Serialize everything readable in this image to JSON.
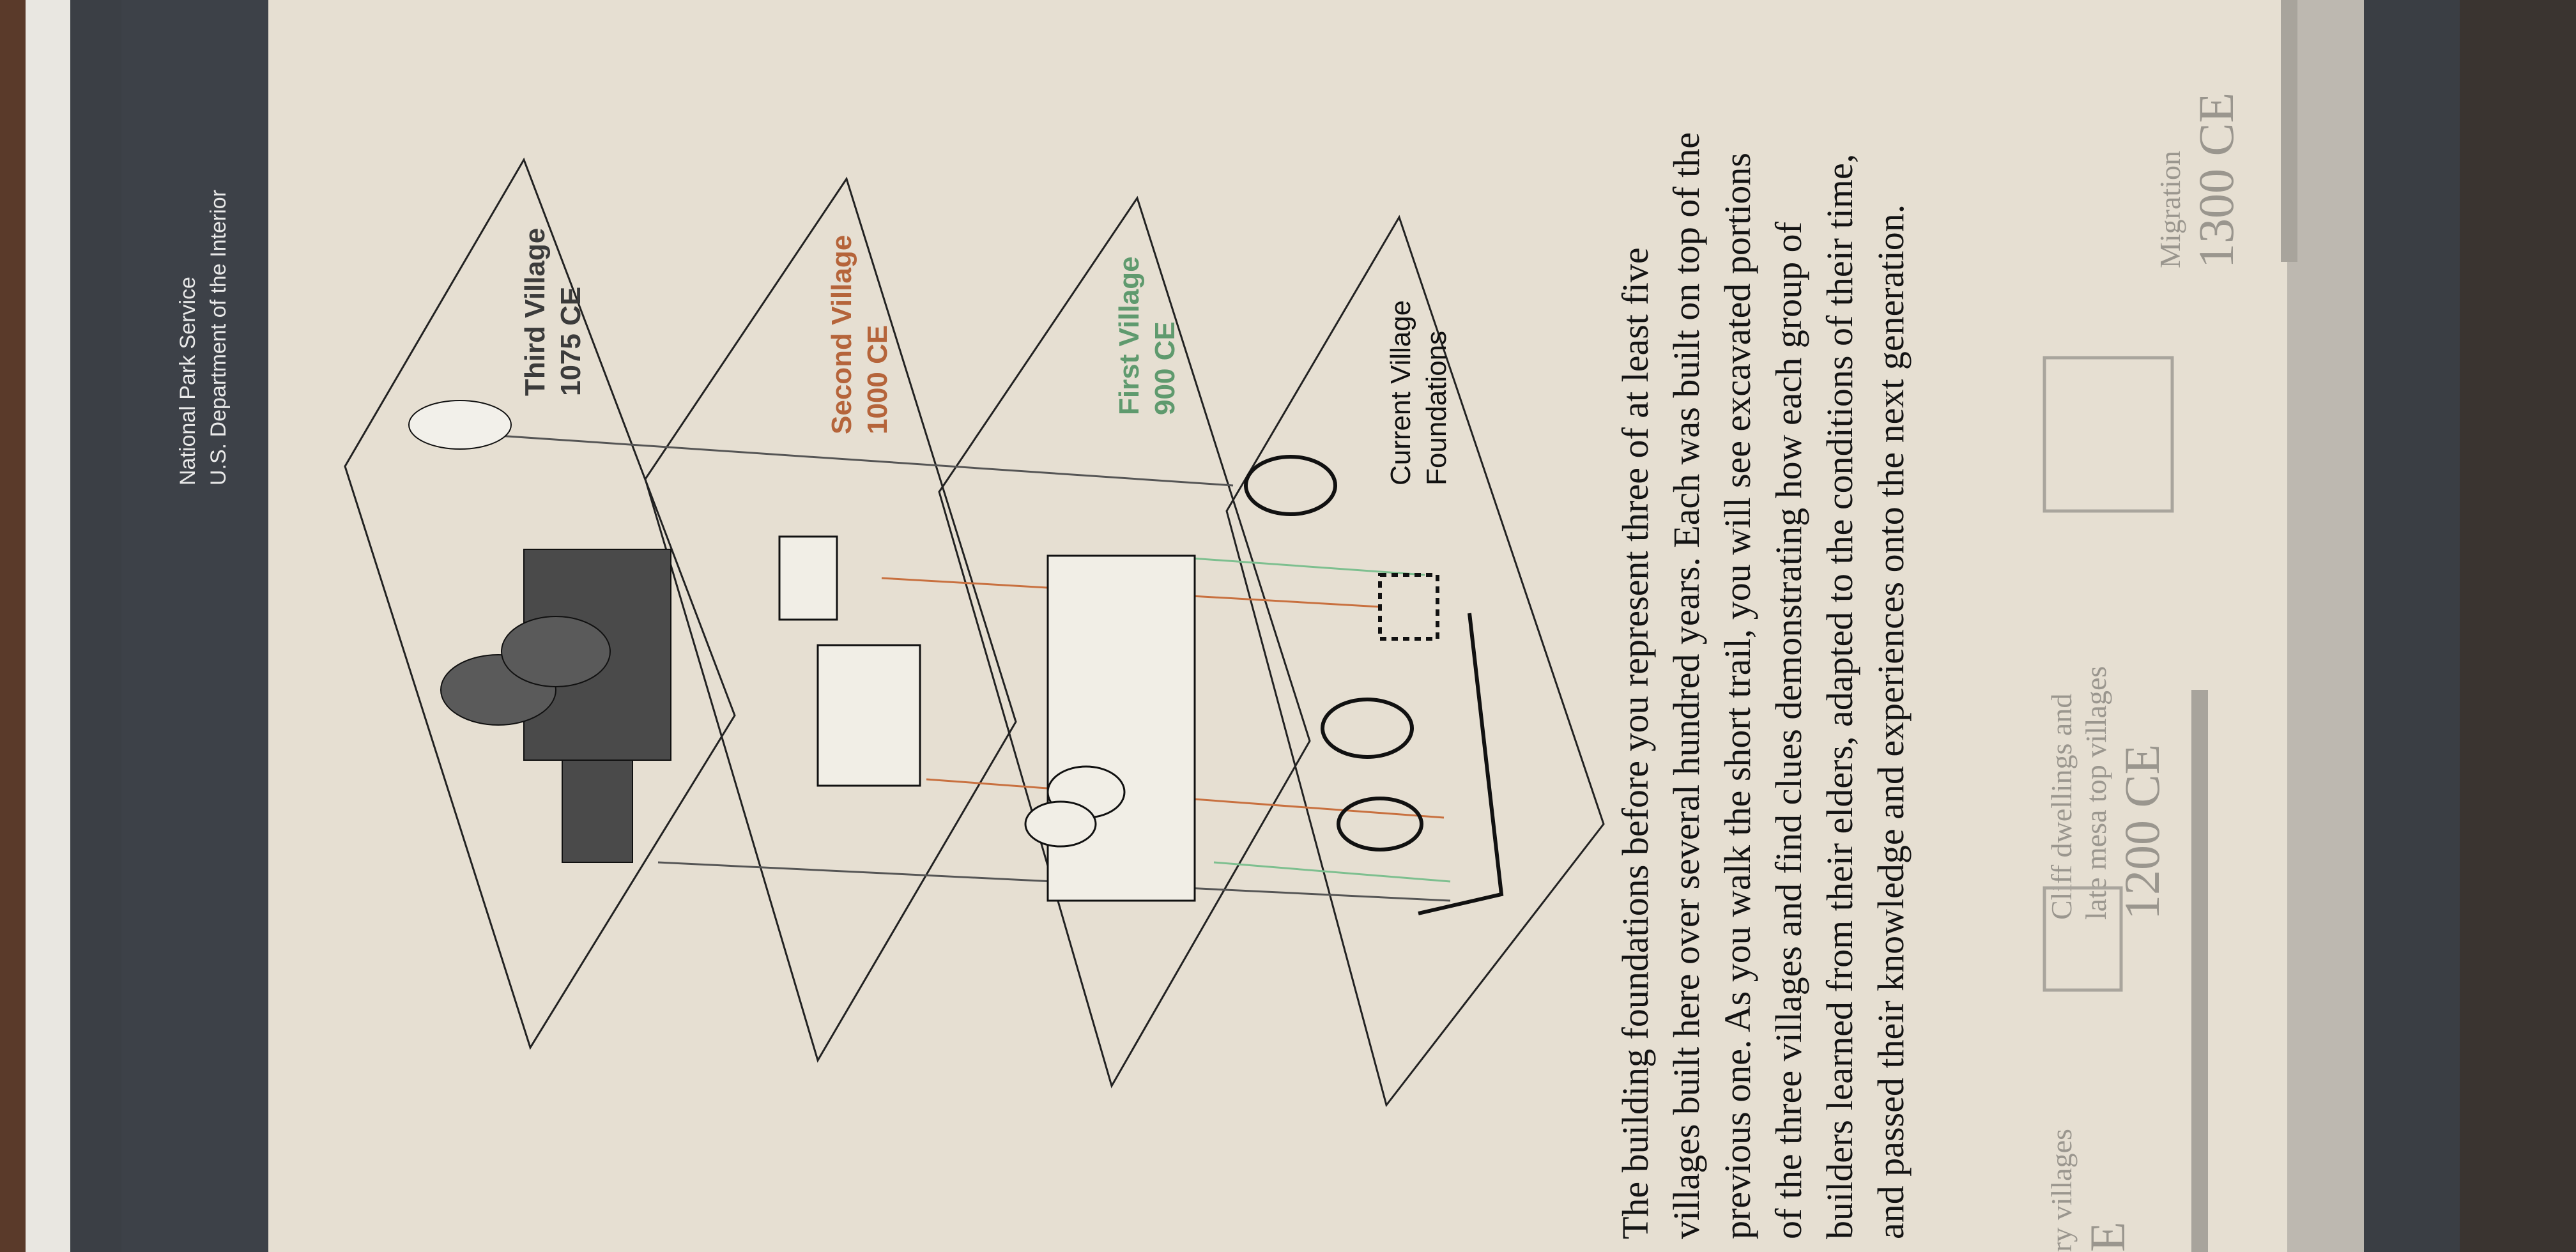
{
  "sign": {
    "agency_line1": "National Park Service",
    "agency_line2": "U.S. Department of the Interior"
  },
  "villages": {
    "third": {
      "name": "Third Village",
      "date": "1075 CE",
      "color": "#3b3b3b"
    },
    "second": {
      "name": "Second Village",
      "date": "1000 CE",
      "color": "#b5643a"
    },
    "first": {
      "name": "First Village",
      "date": "900 CE",
      "color": "#5f9a6e"
    },
    "current": {
      "line1": "Current Village",
      "line2": "Foundations"
    }
  },
  "body_text": [
    "The building foundations before you represent three of at least five",
    "villages built here over several hundred years. Each was built on top of the",
    "previous one. As you walk the short trail, you will see excavated portions",
    "of the three villages and find clues demonstrating how each group of",
    "builders learned from their elders, adapted to the conditions of their time,",
    "and passed their knowledge and experiences onto the next generation."
  ],
  "timeline": {
    "partial_caption": "ry villages",
    "partial_year": "E",
    "mid_caption_1": "Cliff dwellings and",
    "mid_caption_2": "late mesa top villages",
    "mid_year": "1200 CE",
    "end_caption": "Migration",
    "end_year": "1300 CE"
  },
  "colors": {
    "panel": "#e6dfd2",
    "header_band": "#3d4148",
    "third_line": "#555555",
    "second_line": "#c8703f",
    "first_line": "#7dbf8f"
  }
}
